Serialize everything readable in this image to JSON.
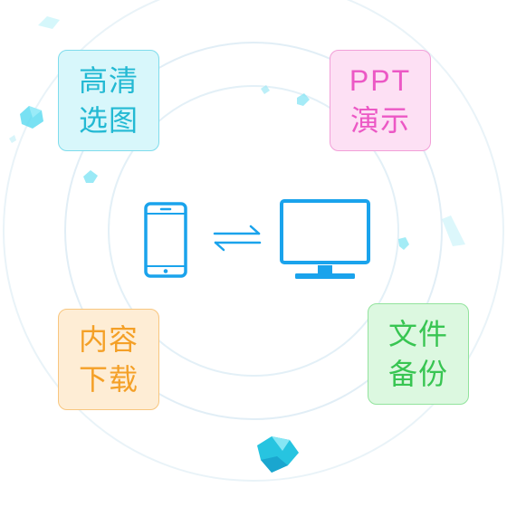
{
  "colors": {
    "accent_blue": "#1aa3ec",
    "ring": "#dcecf4",
    "crystal": "#2ccbe8"
  },
  "tiles": [
    {
      "id": "hd",
      "line1": "高清",
      "line2": "选图"
    },
    {
      "id": "ppt",
      "line1": "PPT",
      "line2": "演示"
    },
    {
      "id": "download",
      "line1": "内容",
      "line2": "下载"
    },
    {
      "id": "backup",
      "line1": "文件",
      "line2": "备份"
    }
  ],
  "icons": {
    "phone": "smartphone-icon",
    "arrows": "transfer-arrows-icon",
    "monitor": "desktop-monitor-icon"
  }
}
